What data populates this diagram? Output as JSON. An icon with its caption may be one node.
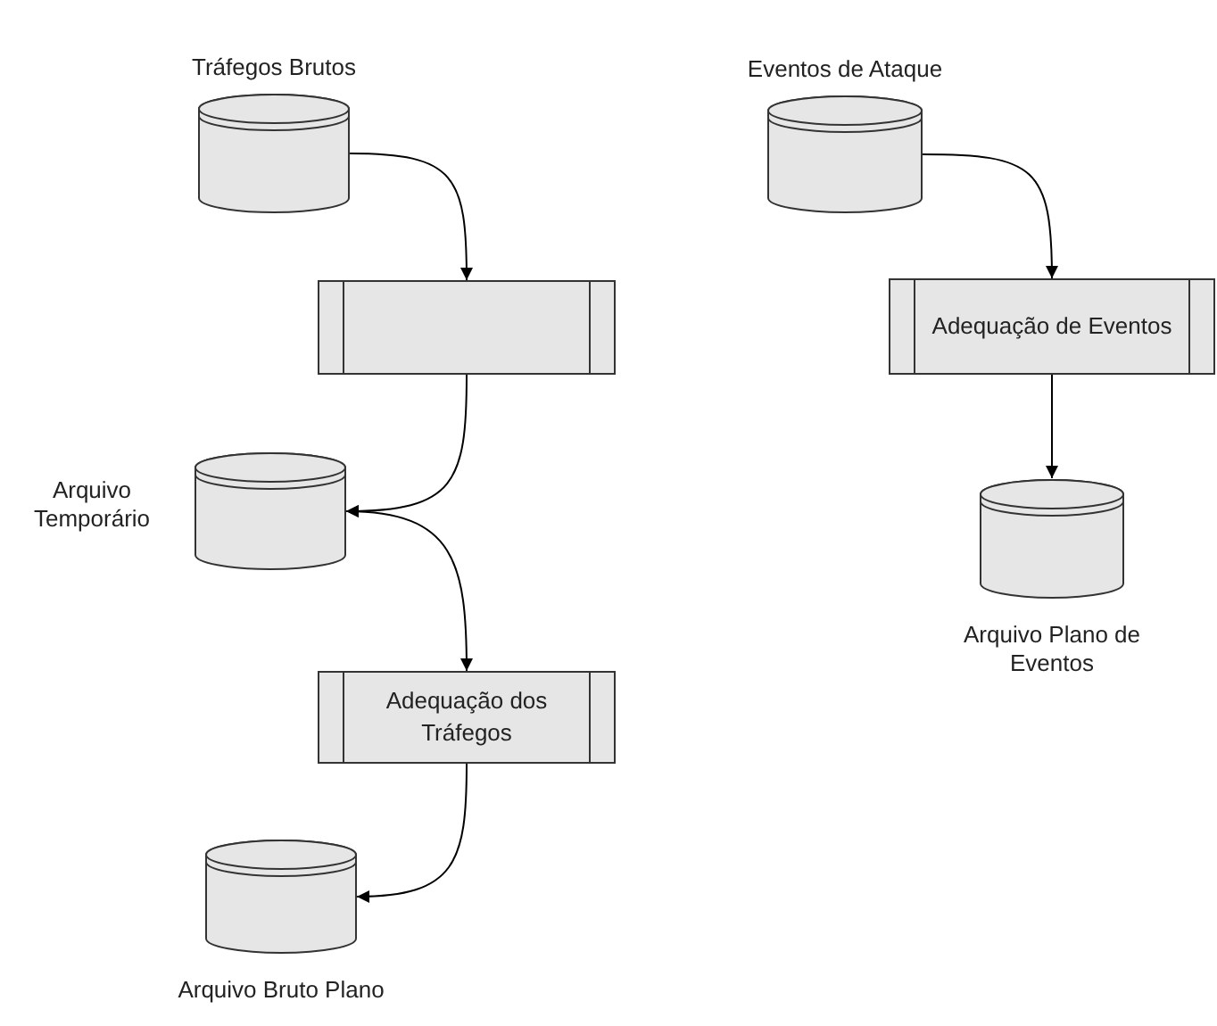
{
  "diagram": {
    "nodes": [
      {
        "text": [
          "Tráfegos Brutos"
        ]
      },
      {
        "text": [],
        "shape": "box"
      },
      {
        "text": [
          "Arquivo Temporário"
        ]
      },
      {
        "text": [
          "Adequação dos Tráfegos"
        ]
      },
      {
        "text": [
          "Arquivo Bruto Plano"
        ]
      },
      {
        "text": [
          "Eventos de Ataque"
        ]
      },
      {
        "text": [
          "Adequação de Eventos"
        ]
      },
      {
        "text": [
          "Arquivo Plano de Eventos"
        ]
      }
    ],
    "edges": [
      {
        "from": 0,
        "to": 1,
        "arrow": "to"
      },
      {
        "from": 1,
        "to": 2,
        "arrow": "to"
      },
      {
        "from": 2,
        "to": 3,
        "arrow": "both"
      },
      {
        "from": 3,
        "to": 4,
        "arrow": "to"
      },
      {
        "from": 5,
        "to": 6,
        "arrow": "to"
      },
      {
        "from": 6,
        "to": 7,
        "arrow": "to"
      }
    ]
  }
}
